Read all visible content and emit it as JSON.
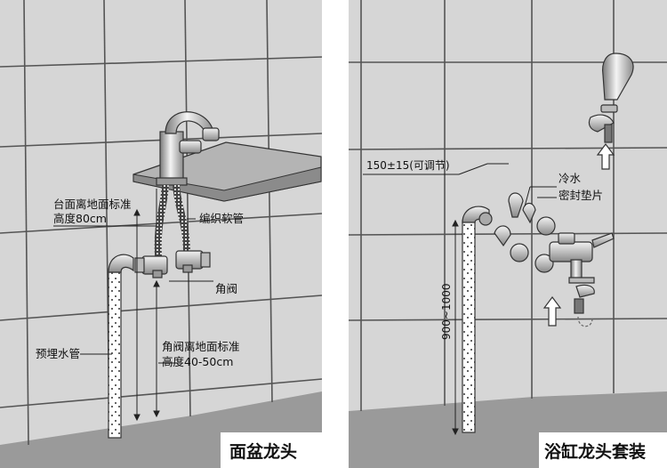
{
  "left_panel": {
    "title": "面盆龙头",
    "label_counter_height_line1": "台面离地面标准",
    "label_counter_height_line2": "高度80cm",
    "label_braided_hose": "编织软管",
    "label_angle_valve": "角阀",
    "label_embedded_pipe": "预埋水管",
    "label_valve_height_line1": "角阀离地面标准",
    "label_valve_height_line2": "高度40-50cm"
  },
  "right_panel": {
    "title": "浴缸龙头套装",
    "label_spacing": "150±15(可调节)",
    "label_cold_water": "冷水",
    "label_seal_gasket": "密封垫片",
    "label_height_range": "900~1000"
  },
  "colors": {
    "wall": "#d6d6d6",
    "wall_grid": "#555555",
    "floor": "#9a9a9a",
    "title_bar": "#ffffff",
    "line": "#222222"
  }
}
